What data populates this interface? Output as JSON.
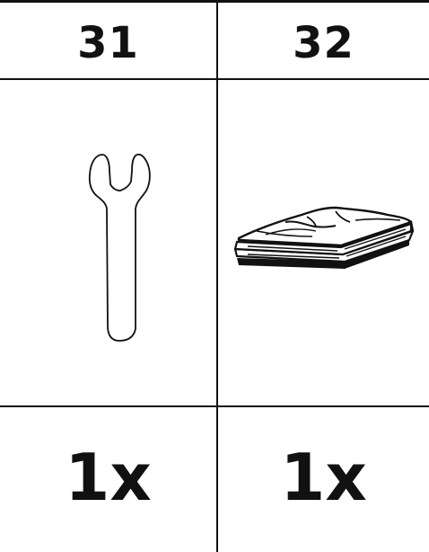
{
  "parts": [
    {
      "number": "31",
      "image": "wrench-icon",
      "quantity": "1x"
    },
    {
      "number": "32",
      "image": "cloth-stack-icon",
      "quantity": "1x"
    }
  ],
  "colors": {
    "line": "#111111",
    "background": "#ffffff"
  }
}
